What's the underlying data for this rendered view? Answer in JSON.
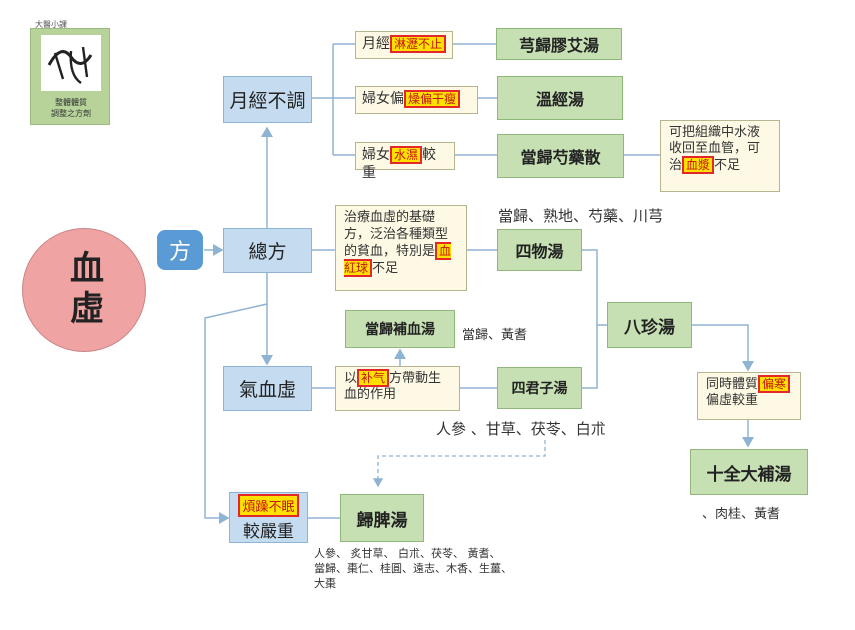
{
  "logo": {
    "small_caption": "大醫小課",
    "line1": "整體體質",
    "line2": "調整之方劑"
  },
  "main_node": "血虛",
  "fang_button": "方",
  "zongfang": "總方",
  "yuejing": "月經不調",
  "qixuexu": "氣血虛",
  "jiaoyanzhong": {
    "highlight": "煩躁不眠",
    "text": "較嚴重"
  },
  "cond1": {
    "prefix": "月經",
    "highlight": "淋瀝不止"
  },
  "cond2": {
    "prefix": "婦女偏",
    "highlight": "燥偏干瘦"
  },
  "cond3": {
    "prefix": "婦女",
    "highlight": "水濕",
    "suffix": "較重"
  },
  "formulas": {
    "xiongguijiaoai": "芎歸膠艾湯",
    "wenjing": "溫經湯",
    "dangguishaoyao": "當歸芍藥散",
    "siwu": "四物湯",
    "dangguibuxue": "當歸補血湯",
    "sijunzi": "四君子湯",
    "bazhen": "八珍湯",
    "shiquandabu": "十全大補湯",
    "guipi": "歸脾湯"
  },
  "note_dangguishaoyao": {
    "line1": "可把組織中水液",
    "line2": "收回至血管，可",
    "pre": "治",
    "highlight": "血漿",
    "post": "不足"
  },
  "note_siwu": {
    "text": "治療血虛的基礎方，泛治各種類型的貧血，特別是",
    "highlight": "血紅球",
    "post": "不足"
  },
  "note_qixue": {
    "pre": "以",
    "highlight": "补气",
    "post": "方帶動生血的作用"
  },
  "note_shiquan": {
    "line1": "同時體質",
    "highlight": "偏寒",
    "line2": "偏虛較重"
  },
  "herbs": {
    "siwu": "當歸、熟地、芍藥、川芎",
    "danggui": "當歸、黃耆",
    "sijunzi": "人參 、甘草、茯苓、白朮",
    "shiquan": "、肉桂、黃耆",
    "guipi": [
      "人參、 炙甘草、 白朮、茯苓、 黃耆、",
      "當歸、棗仁、桂圓、遠志、木香、生薑、",
      "大棗"
    ]
  },
  "colors": {
    "main_circle": "#f0a3a3",
    "blue_box": "#c5dcf0",
    "green_box": "#c6e0b4",
    "note_box": "#fdf9e4",
    "highlight_bg": "#ffe100",
    "highlight_border": "#e22828",
    "line": "#8fb3d3"
  }
}
